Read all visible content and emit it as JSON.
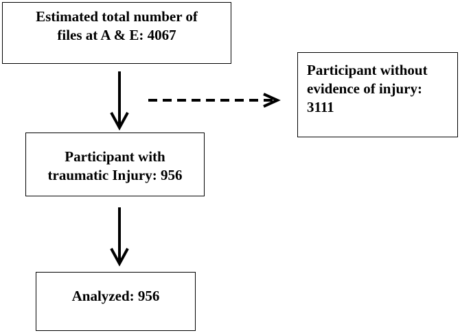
{
  "nodes": {
    "total_files": {
      "lines": [
        "Estimated total number of",
        "files at A & E: 4067"
      ]
    },
    "without_injury": {
      "lines": [
        "Participant without",
        "evidence of injury:",
        "3111"
      ]
    },
    "with_injury": {
      "lines": [
        "Participant with",
        "traumatic Injury: 956"
      ]
    },
    "analyzed": {
      "lines": [
        "Analyzed: 956"
      ]
    }
  },
  "edges": [
    {
      "from": "total_files",
      "to": "with_injury",
      "style": "solid"
    },
    {
      "from": "total_files",
      "to": "without_injury",
      "style": "dashed"
    },
    {
      "from": "with_injury",
      "to": "analyzed",
      "style": "solid"
    }
  ],
  "colors": {
    "stroke": "#000000",
    "background": "#ffffff"
  }
}
